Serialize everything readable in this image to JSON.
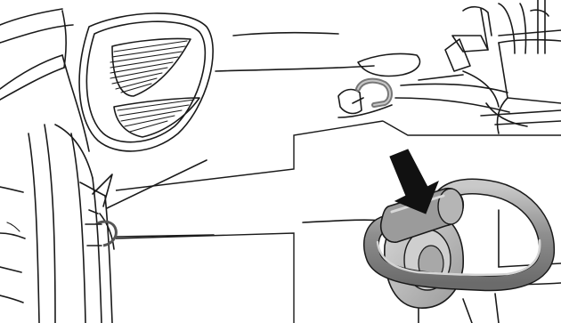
{
  "figure": {
    "type": "technical-line-illustration",
    "elements": [
      "vehicle-front-bumper-panel",
      "fog-lamp-grille",
      "tow-hook-location-inset",
      "tow-hook-detail-callout",
      "downward-pointing-arrow"
    ],
    "arrow_direction": "down-right",
    "colors": {
      "line": "#1a1a1a",
      "background": "#ffffff",
      "hook_fill": "#8c8c8c",
      "hook_highlight": "#bdbdbd",
      "arrow_fill": "#111111"
    }
  }
}
